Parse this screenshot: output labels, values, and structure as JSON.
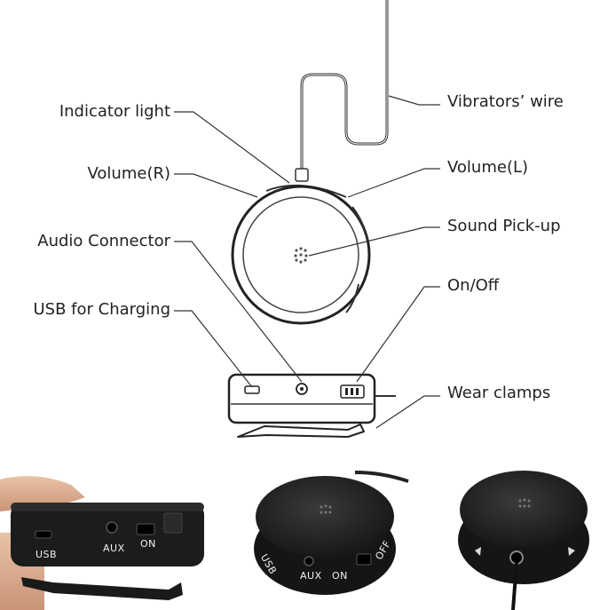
{
  "labels": {
    "indicator_light": "Indicator light",
    "vibrators_wire": "Vibrators’ wire",
    "volume_r": "Volume(R)",
    "volume_l": "Volume(L)",
    "audio_connector": "Audio Connector",
    "sound_pickup": "Sound Pick-up",
    "on_off": "On/Off",
    "usb_for_charging": "USB for Charging",
    "wear_clamps": "Wear clamps"
  },
  "photos": {
    "left": {
      "usb": "USB",
      "aux": "AUX",
      "on": "ON"
    },
    "middle": {
      "usb": "USB",
      "aux": "AUX",
      "on": "ON",
      "off": "OFF"
    }
  },
  "colors": {
    "line": "#333333",
    "device_dark": "#1c1c1c",
    "background": "#ffffff"
  }
}
